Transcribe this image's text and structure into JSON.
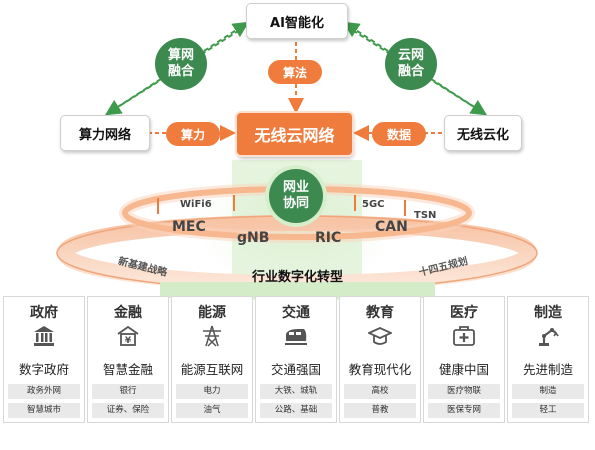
{
  "nodes": {
    "top": "AI智能化",
    "left": "算力网络",
    "right": "无线云化",
    "core": "无线云网络"
  },
  "pills": {
    "algo": "算法",
    "compute": "算力",
    "data": "数据"
  },
  "circles": {
    "left": [
      "算网",
      "融合"
    ],
    "right": [
      "云网",
      "融合"
    ],
    "center": [
      "网业",
      "协同"
    ]
  },
  "tech_labels": [
    "WiFi6",
    "5GC",
    "MEC",
    "TSN",
    "gNB",
    "RIC",
    "CAN"
  ],
  "ring_labels": {
    "left": "新基建战略",
    "right": "十四五规划"
  },
  "center_title": "行业数字化转型",
  "colors": {
    "orange": "#ef7c3d",
    "green": "#3c8a4f",
    "light_green": "#c9e8bc"
  },
  "industries": [
    {
      "name": "政府",
      "icon": "government-icon",
      "title": "数字政府",
      "tags": [
        "政务外网",
        "智慧城市"
      ]
    },
    {
      "name": "金融",
      "icon": "finance-icon",
      "title": "智慧金融",
      "tags": [
        "银行",
        "证券、保险"
      ]
    },
    {
      "name": "能源",
      "icon": "power-tower-icon",
      "title": "能源互联网",
      "tags": [
        "电力",
        "油气"
      ]
    },
    {
      "name": "交通",
      "icon": "train-icon",
      "title": "交通强国",
      "tags": [
        "大铁、城轨",
        "公路、基础"
      ]
    },
    {
      "name": "教育",
      "icon": "graduation-cap-icon",
      "title": "教育现代化",
      "tags": [
        "高校",
        "普教"
      ]
    },
    {
      "name": "医疗",
      "icon": "medical-kit-icon",
      "title": "健康中国",
      "tags": [
        "医疗物联",
        "医保专网"
      ]
    },
    {
      "name": "制造",
      "icon": "robot-arm-icon",
      "title": "先进制造",
      "tags": [
        "制造",
        "轻工"
      ]
    }
  ]
}
